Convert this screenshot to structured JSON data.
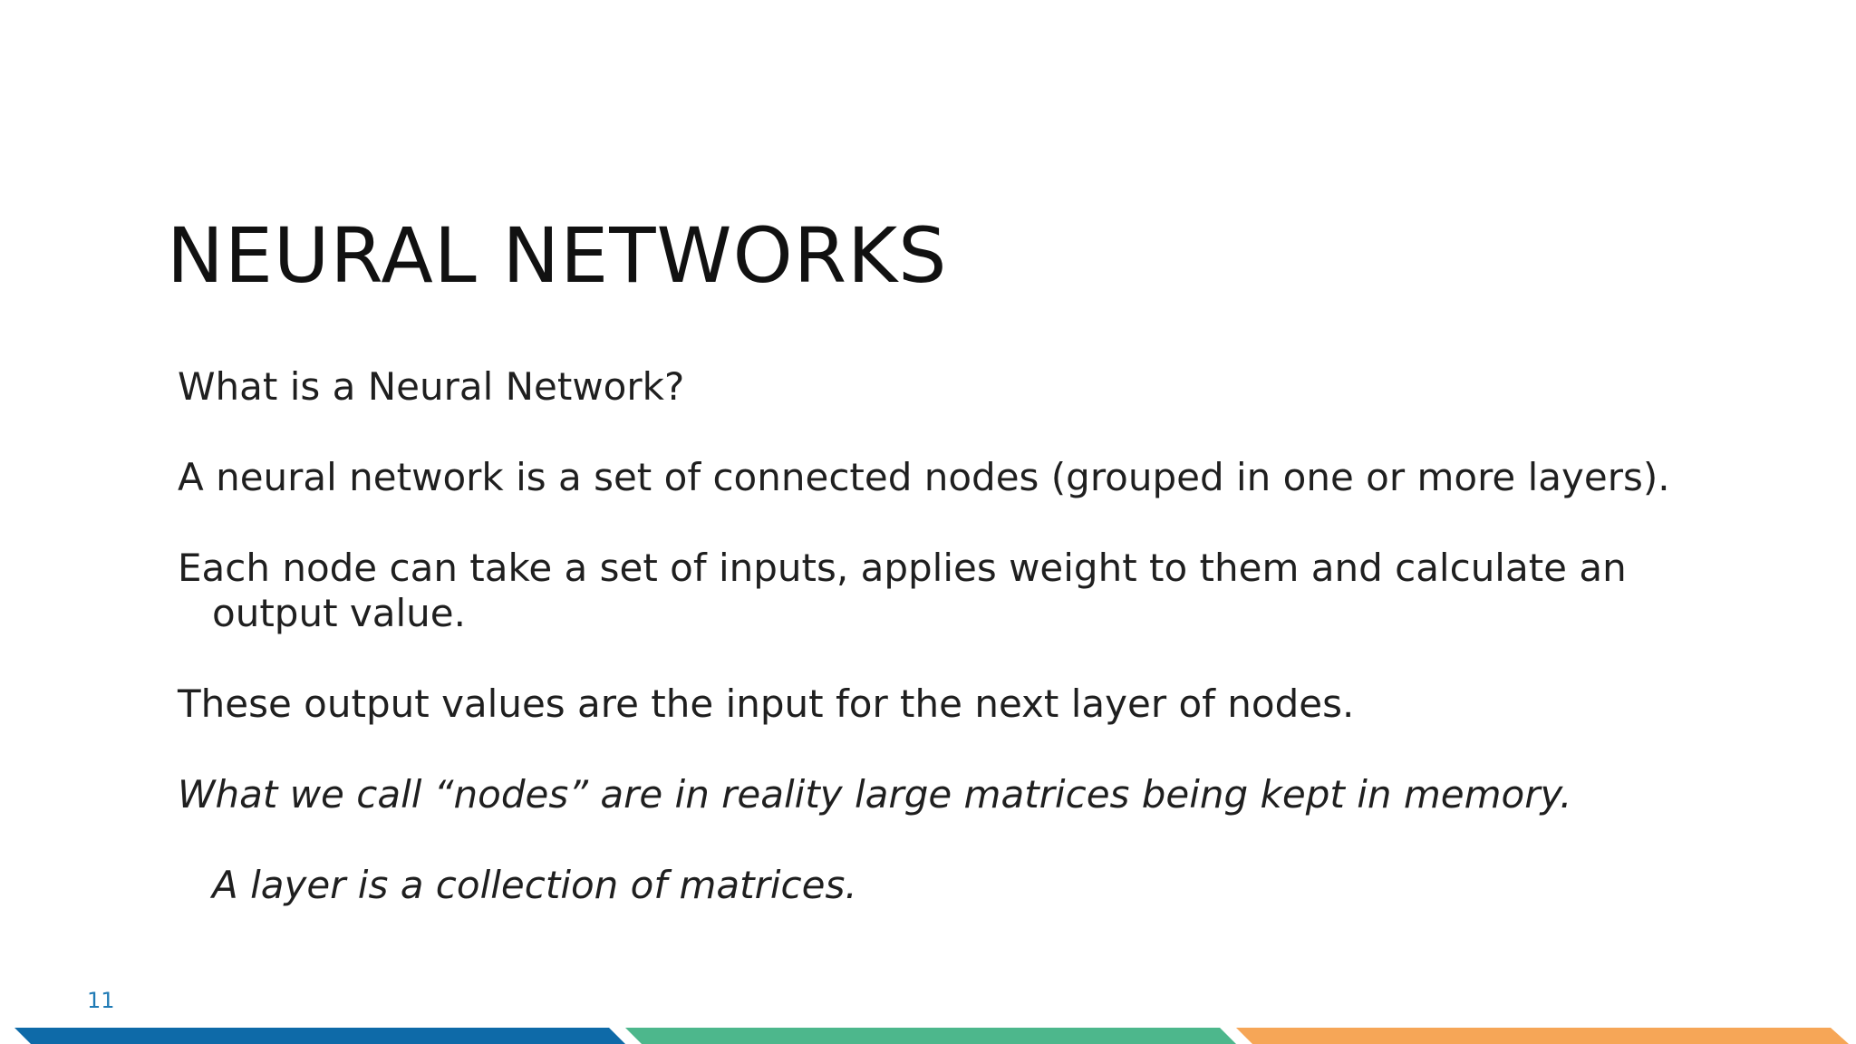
{
  "slide": {
    "title": "NEURAL NETWORKS",
    "paragraphs": {
      "p1": "What is a Neural Network?",
      "p2": "A neural network is a set of connected nodes (grouped in one or more layers).",
      "p3": "Each node can take a set of inputs, applies weight to them and calculate an output value.",
      "p4": "These output values are the input for the next layer of nodes.",
      "p5": "What we call “nodes” are in reality large matrices being kept in memory.",
      "p6": "A layer is a collection of matrices."
    },
    "page_number": "11"
  },
  "colors": {
    "blue": "#0e6aa8",
    "green": "#4db78c",
    "orange": "#f6a657",
    "page_number": "#1f7ab5"
  }
}
